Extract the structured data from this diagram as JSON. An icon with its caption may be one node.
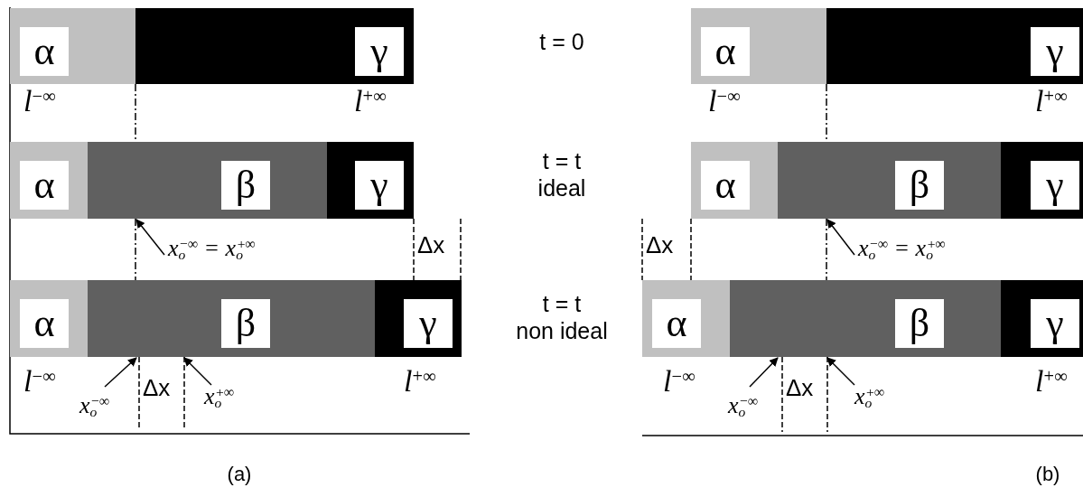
{
  "diagram": {
    "nodes": [
      {
        "text": [
          "α"
        ]
      },
      {
        "text": [
          "γ"
        ]
      },
      {
        "text": [
          "α"
        ]
      },
      {
        "text": [
          "β"
        ]
      },
      {
        "text": [
          "γ"
        ]
      },
      {
        "text": [
          "x$_{o}$$^{−∞}$ = x$_{o}$$^{+∞}$"
        ]
      },
      {
        "text": [
          "α"
        ]
      },
      {
        "text": [
          "β"
        ]
      },
      {
        "text": [
          "γ"
        ]
      },
      {
        "text": [
          "x$_{o}$$^{−∞}$"
        ]
      },
      {
        "text": [
          "x$_{o}$$^{+∞}$"
        ]
      },
      {
        "text": [
          "α"
        ]
      },
      {
        "text": [
          "γ"
        ]
      },
      {
        "text": [
          "α"
        ]
      },
      {
        "text": [
          "β"
        ]
      },
      {
        "text": [
          "γ"
        ]
      },
      {
        "text": [
          "x$_{o}$$^{−∞}$ = x$_{o}$$^{+∞}$"
        ]
      },
      {
        "text": [
          "α"
        ]
      },
      {
        "text": [
          "β"
        ]
      },
      {
        "text": [
          "γ"
        ]
      },
      {
        "text": [
          "x$_{o}$$^{−∞}$"
        ]
      },
      {
        "text": [
          "x$_{o}$$^{+∞}$"
        ]
      }
    ],
    "edges": [
      {
        "from": 5,
        "to": 3,
        "arrow": "to"
      },
      {
        "from": 9,
        "to": 7,
        "arrow": "to"
      },
      {
        "from": 10,
        "to": 7,
        "arrow": "to"
      },
      {
        "from": 16,
        "to": 14,
        "arrow": "to"
      },
      {
        "from": 20,
        "to": 18,
        "arrow": "to"
      },
      {
        "from": 21,
        "to": 18,
        "arrow": "to"
      }
    ],
    "labels": [
      "t = 0",
      "t = t",
      "ideal",
      "t = t",
      "non ideal",
      "l$^{−∞}$",
      "l$^{+∞}$",
      "Δx",
      "l$^{−∞}$",
      "Δx",
      "l$^{+∞}$",
      "(a)",
      "l$^{−∞}$",
      "l$^{+∞}$",
      "Δx",
      "l$^{−∞}$",
      "Δx",
      "l$^{+∞}$",
      "(b)"
    ]
  }
}
